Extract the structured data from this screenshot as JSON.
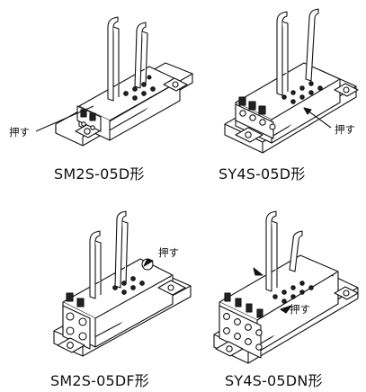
{
  "figures": [
    {
      "caption": "SM2S-05D形",
      "callout": "押す"
    },
    {
      "caption": "SY4S-05D形",
      "callout": "押す"
    },
    {
      "caption": "SM2S-05DF形",
      "callout": "押す"
    },
    {
      "caption": "SY4S-05DN形",
      "callout": "押す"
    }
  ]
}
